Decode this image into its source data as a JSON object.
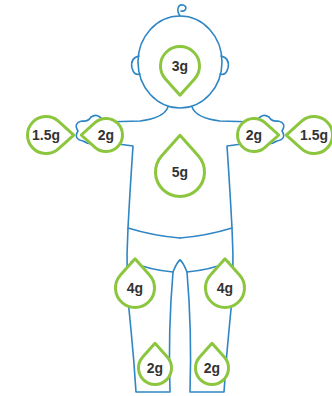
{
  "diagram": {
    "nodes": [
      {
        "text": [
          "3g"
        ]
      },
      {
        "text": [
          "1.5g"
        ]
      },
      {
        "text": [
          "2g"
        ]
      },
      {
        "text": [
          "2g"
        ]
      },
      {
        "text": [
          "1.5g"
        ]
      },
      {
        "text": [
          "5g"
        ]
      },
      {
        "text": [
          "4g"
        ]
      },
      {
        "text": [
          "4g"
        ]
      },
      {
        "text": [
          "2g"
        ]
      },
      {
        "text": [
          "2g"
        ]
      }
    ]
  }
}
